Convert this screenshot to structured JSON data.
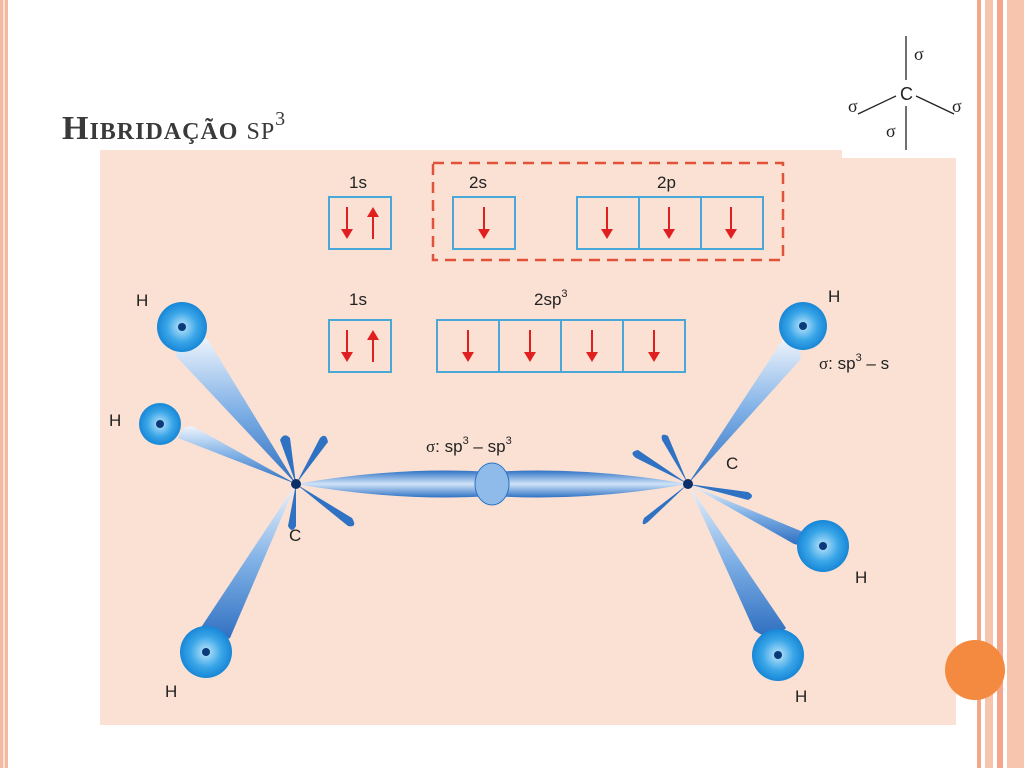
{
  "slide": {
    "title_main": "Hibridação",
    "title_suffix": "sp",
    "title_sup": "3"
  },
  "mini_structure": {
    "center": "C",
    "bond_top": "σ",
    "bond_left": "σ",
    "bond_right": "σ",
    "bond_bottom": "σ"
  },
  "orbitals": {
    "top_row": {
      "label_1s": "1s",
      "label_2s": "2s",
      "label_2p": "2p"
    },
    "bottom_row": {
      "label_1s": "1s",
      "label_hybrid": "2sp",
      "label_hybrid_sup": "3"
    }
  },
  "molecule": {
    "atom_h": "H",
    "atom_c": "C",
    "sigma_cc": {
      "sigma": "σ",
      "text": ": sp",
      "sup1": "3",
      "dash": " – sp",
      "sup2": "3"
    },
    "sigma_ch": {
      "sigma": "σ",
      "text": ": sp",
      "sup1": "3",
      "dash": " – s"
    }
  },
  "colors": {
    "panel": "#fbe1d3",
    "box_border": "#4aa8d8",
    "arrow": "#e02020",
    "dashed_box": "#e0523a",
    "lobe": "#4d8fd6",
    "atom_h": "#2aa0e6",
    "accent_orange": "#f38a40"
  }
}
